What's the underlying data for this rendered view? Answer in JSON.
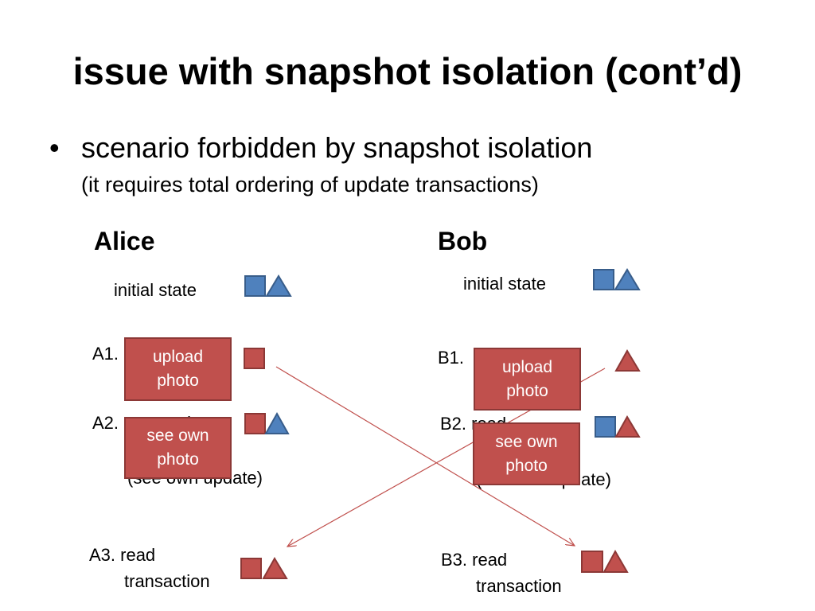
{
  "slide": {
    "title": "issue with snapshot isolation (cont’d)",
    "bullet_symbol": "•",
    "bullet": "scenario forbidden by snapshot isolation",
    "sub_bullet": "(it requires total ordering of update transactions)"
  },
  "alice": {
    "name": "Alice",
    "initial_state": "initial state",
    "a1_label": "A1.",
    "a2_label": "A2.",
    "a2_hidden_line1": "read",
    "a2_hidden_line2": "(see own update)",
    "a3_label": "A3. read",
    "a3_label_2": "transaction",
    "callout_upload": [
      "upload",
      "photo"
    ],
    "callout_see": [
      "see own",
      "photo"
    ]
  },
  "bob": {
    "name": "Bob",
    "initial_state": "initial state",
    "b1_label": "B1.",
    "b2_label": "B2. read",
    "b2_hidden_line2": "(see own update)",
    "b3_label": "B3. read",
    "b3_label_2": "transaction",
    "callout_upload": [
      "upload",
      "photo"
    ],
    "callout_see": [
      "see own",
      "photo"
    ]
  },
  "colors": {
    "blue_fill": "#4f81bd",
    "blue_stroke": "#385d8a",
    "red_fill": "#c0504d",
    "red_stroke": "#8c3836",
    "arrow": "#c0504d"
  },
  "shapes": {
    "square": "square-icon",
    "triangle": "triangle-icon"
  }
}
